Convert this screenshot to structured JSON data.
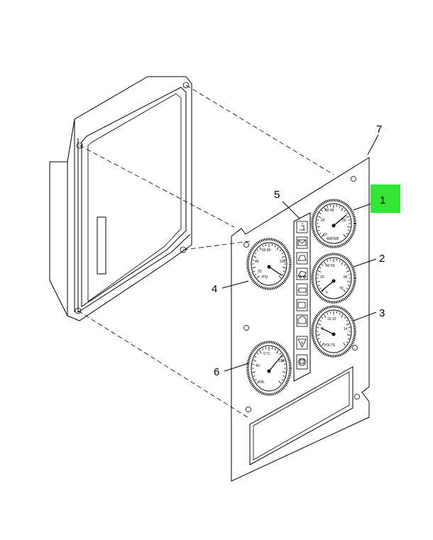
{
  "callouts": {
    "c1": "1",
    "c2": "2",
    "c3": "3",
    "c4": "4",
    "c5": "5",
    "c6": "6",
    "c7": "7"
  },
  "highlight_color": "#33e533",
  "highlighted_callout": "1"
}
